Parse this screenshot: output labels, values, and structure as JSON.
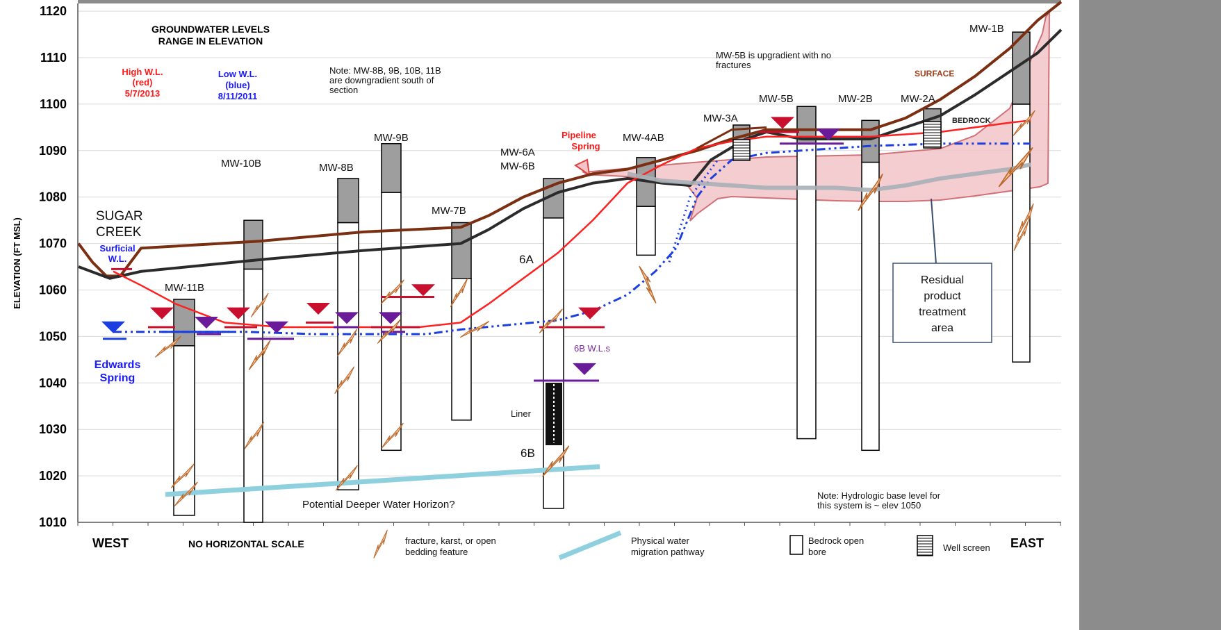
{
  "chart_data": {
    "type": "cross-section",
    "ylabel": "ELEVATION (FT MSL)",
    "ylim": [
      1010,
      1122
    ],
    "yticks": [
      1010,
      1020,
      1030,
      1040,
      1050,
      1060,
      1070,
      1080,
      1090,
      1100,
      1110,
      1120
    ],
    "title_lines": [
      "GROUNDWATER LEVELS",
      "RANGE IN ELEVATION"
    ],
    "high_wl": [
      "High W.L.",
      "(red)",
      "5/7/2013"
    ],
    "low_wl": [
      "Low W.L.",
      "(blue)",
      "8/11/2011"
    ],
    "note_downgradient": [
      "Note:  MW-8B, 9B, 10B, 11B",
      "are downgradient south of",
      "section"
    ],
    "note_mw5b": [
      "MW-5B is upgradient with no",
      "fractures"
    ],
    "surface_label": "SURFACE",
    "bedrock_label": "BEDROCK",
    "sugar_creek": [
      "SUGAR",
      "CREEK"
    ],
    "surficial_wl": [
      "Surficial",
      "W.L."
    ],
    "edwards_spring": [
      "Edwards",
      "Spring"
    ],
    "pipeline_spring": [
      "Pipeline",
      "Spring"
    ],
    "label_6a": "6A",
    "label_6b": "6B",
    "liner": "Liner",
    "wl_6b": "6B W.L.s",
    "deeper_water": "Potential Deeper Water Horizon?",
    "residual": [
      "Residual",
      "product",
      "treatment",
      "area"
    ],
    "note_base": [
      "Note:  Hydrologic base level for",
      "this system is ~ elev 1050"
    ],
    "wells": [
      {
        "name": "MW-11B",
        "top": 1058,
        "casing_bottom": 1048,
        "bottom": 1011.5
      },
      {
        "name": "MW-10B",
        "top": 1075,
        "casing_bottom": 1064.5,
        "bottom": 1010
      },
      {
        "name": "MW-8B",
        "top": 1084,
        "casing_bottom": 1074.5,
        "bottom": 1017
      },
      {
        "name": "MW-9B",
        "top": 1091.5,
        "casing_bottom": 1081,
        "bottom": 1025.5
      },
      {
        "name": "MW-7B",
        "top": 1074.5,
        "casing_bottom": 1062.5,
        "bottom": 1032
      },
      {
        "name": "MW-6A\nMW-6B",
        "top": 1084,
        "casing_bottom": 1075.5,
        "bottom": 1013
      },
      {
        "name": "MW-4AB",
        "top": 1088.5,
        "casing_bottom": 1078,
        "bottom": 1067.5
      },
      {
        "name": "MW-3A",
        "top": 1095.5,
        "casing_bottom": 1088,
        "bottom": 1088
      },
      {
        "name": "MW-5B",
        "top": 1099.5,
        "casing_bottom": 1091.5,
        "bottom": 1028
      },
      {
        "name": "MW-2B",
        "top": 1096.5,
        "casing_bottom": 1087.5,
        "bottom": 1025.5
      },
      {
        "name": "MW-2A",
        "top": 1099,
        "casing_bottom": 1091,
        "bottom": 1091
      },
      {
        "name": "MW-1B",
        "top": 1115.5,
        "casing_bottom": 1100,
        "bottom": 1044.5
      }
    ],
    "series": [
      {
        "name": "SURFACE",
        "color": "#7a2e12",
        "points": [
          [
            113,
            1070
          ],
          [
            133,
            1066
          ],
          [
            153,
            1063
          ],
          [
            173,
            1063
          ],
          [
            203,
            1069
          ],
          [
            373,
            1070.5
          ],
          [
            523,
            1072.5
          ],
          [
            663,
            1073.5
          ],
          [
            703,
            1076
          ],
          [
            753,
            1080
          ],
          [
            803,
            1083
          ],
          [
            853,
            1085
          ],
          [
            903,
            1086
          ],
          [
            953,
            1088
          ],
          [
            1003,
            1090
          ],
          [
            1053,
            1092.5
          ],
          [
            1103,
            1094.5
          ],
          [
            1153,
            1094.5
          ],
          [
            1203,
            1094.5
          ],
          [
            1253,
            1094.5
          ],
          [
            1303,
            1097
          ],
          [
            1353,
            1101
          ],
          [
            1403,
            1106
          ],
          [
            1453,
            1112
          ],
          [
            1493,
            1118
          ],
          [
            1527,
            1122
          ]
        ]
      },
      {
        "name": "BEDROCK",
        "color": "#2b2b2b",
        "points": [
          [
            113,
            1065
          ],
          [
            158,
            1062.5
          ],
          [
            203,
            1064
          ],
          [
            373,
            1066.5
          ],
          [
            523,
            1068.5
          ],
          [
            663,
            1070
          ],
          [
            703,
            1073
          ],
          [
            753,
            1077.5
          ],
          [
            803,
            1081
          ],
          [
            853,
            1083
          ],
          [
            903,
            1084
          ],
          [
            953,
            1083
          ],
          [
            993,
            1082.5
          ],
          [
            1023,
            1088
          ],
          [
            1073,
            1092.5
          ],
          [
            1103,
            1094
          ],
          [
            1153,
            1092.5
          ],
          [
            1203,
            1092.5
          ],
          [
            1253,
            1092.5
          ],
          [
            1303,
            1095
          ],
          [
            1353,
            1097.5
          ],
          [
            1403,
            1102
          ],
          [
            1453,
            1107
          ],
          [
            1493,
            1111
          ],
          [
            1527,
            1116
          ]
        ]
      },
      {
        "name": "High W.L.",
        "color": "#ff2020",
        "points": [
          [
            163,
            1064
          ],
          [
            203,
            1061
          ],
          [
            253,
            1057
          ],
          [
            323,
            1053
          ],
          [
            403,
            1052
          ],
          [
            503,
            1052
          ],
          [
            603,
            1052
          ],
          [
            663,
            1053
          ],
          [
            703,
            1057
          ],
          [
            753,
            1062.5
          ],
          [
            803,
            1068
          ],
          [
            853,
            1075
          ],
          [
            903,
            1083
          ],
          [
            953,
            1087
          ],
          [
            1003,
            1090.5
          ],
          [
            1053,
            1092
          ],
          [
            1103,
            1093
          ],
          [
            1153,
            1093
          ],
          [
            1253,
            1093
          ],
          [
            1353,
            1094
          ],
          [
            1403,
            1095
          ],
          [
            1453,
            1096
          ],
          [
            1483,
            1096.5
          ]
        ]
      },
      {
        "name": "Low W.L.",
        "color": "#1a3ee0",
        "points": [
          [
            163,
            1051
          ],
          [
            253,
            1051
          ],
          [
            353,
            1051
          ],
          [
            453,
            1050.5
          ],
          [
            553,
            1050.5
          ],
          [
            613,
            1050.5
          ],
          [
            663,
            1051.5
          ],
          [
            803,
            1053.5
          ],
          [
            853,
            1055.5
          ],
          [
            903,
            1059
          ],
          [
            943,
            1064
          ],
          [
            973,
            1069
          ],
          [
            1003,
            1080
          ],
          [
            1023,
            1084
          ],
          [
            1053,
            1088
          ],
          [
            1103,
            1089.5
          ],
          [
            1153,
            1090
          ],
          [
            1203,
            1090.5
          ],
          [
            1253,
            1091
          ],
          [
            1353,
            1091.5
          ],
          [
            1453,
            1091.5
          ],
          [
            1483,
            1091.5
          ]
        ]
      },
      {
        "name": "Physical water migration pathway",
        "color": "#8fd0df",
        "points": [
          [
            238,
            1016
          ],
          [
            863,
            1022
          ]
        ]
      },
      {
        "name": "Bedrock pathway (grey)",
        "color": "#a9b0b6",
        "points": [
          [
            903,
            1085
          ],
          [
            953,
            1083.5
          ],
          [
            1003,
            1083
          ],
          [
            1053,
            1082.5
          ],
          [
            1103,
            1082
          ],
          [
            1153,
            1082
          ],
          [
            1203,
            1082
          ],
          [
            1253,
            1081.5
          ],
          [
            1303,
            1082.5
          ],
          [
            1353,
            1084
          ],
          [
            1403,
            1085
          ],
          [
            1453,
            1086
          ],
          [
            1483,
            1087
          ]
        ]
      }
    ],
    "legend": [
      {
        "label": "WEST"
      },
      {
        "label": "NO HORIZONTAL SCALE"
      },
      {
        "label": [
          "fracture, karst, or open",
          "bedding feature"
        ]
      },
      {
        "label": [
          "Physical water",
          "migration pathway"
        ]
      },
      {
        "label": [
          "Bedrock open",
          "bore"
        ]
      },
      {
        "label": "Well screen"
      },
      {
        "label": "EAST"
      }
    ]
  },
  "colors": {
    "surface": "#7a2e12",
    "bedrock": "#2b2b2b",
    "high_wl": "#ff2020",
    "low_wl": "#1a3ee0",
    "marker_red": "#c8102e",
    "marker_purple": "#6a1b9a",
    "fracture_fill": "#f6c39a",
    "treatment_fill": "#f2c4c8",
    "casing": "#9e9e9e"
  }
}
